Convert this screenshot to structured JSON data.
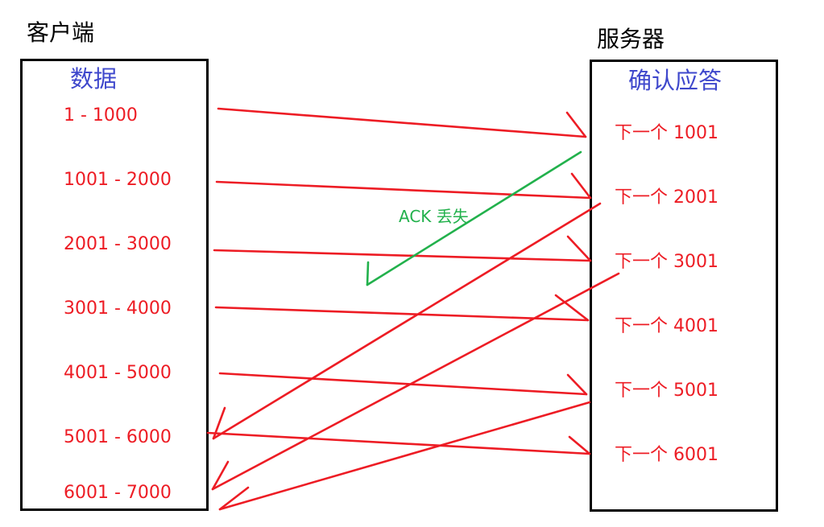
{
  "colors": {
    "text": "#000000",
    "header": "#3f48cc",
    "data": "#ed1c24",
    "lost_ack": "#22b14c",
    "border": "#000000"
  },
  "client": {
    "title": "客户端",
    "header": "数据",
    "segments": [
      {
        "label": "1 - 1000"
      },
      {
        "label": "1001 - 2000"
      },
      {
        "label": "2001 - 3000"
      },
      {
        "label": "3001 - 4000"
      },
      {
        "label": "4001 - 5000"
      },
      {
        "label": "5001 - 6000"
      },
      {
        "label": "6001 - 7000"
      }
    ]
  },
  "server": {
    "title": "服务器",
    "header": "确认应答",
    "acks": [
      {
        "label": "下一个 1001"
      },
      {
        "label": "下一个 2001"
      },
      {
        "label": "下一个 3001"
      },
      {
        "label": "下一个 4001"
      },
      {
        "label": "下一个 5001"
      },
      {
        "label": "下一个 6001"
      }
    ]
  },
  "annotation": {
    "lost_ack_label": "ACK 丢失"
  },
  "arrows": {
    "data_segments": [
      {
        "from": "1 - 1000",
        "to": "server"
      },
      {
        "from": "1001 - 2000",
        "to": "server"
      },
      {
        "from": "2001 - 3000",
        "to": "server"
      },
      {
        "from": "3001 - 4000",
        "to": "server"
      },
      {
        "from": "4001 - 5000",
        "to": "server"
      },
      {
        "from": "5001 - 6000",
        "to": "server"
      }
    ],
    "ack_returns": [
      {
        "from": "下一个 2001",
        "to": "client"
      },
      {
        "from": "下一个 3001",
        "to": "client"
      },
      {
        "from": "下一个 5001",
        "to": "client"
      }
    ],
    "lost": [
      {
        "from": "下一个 1001",
        "status": "ACK 丢失"
      }
    ]
  }
}
